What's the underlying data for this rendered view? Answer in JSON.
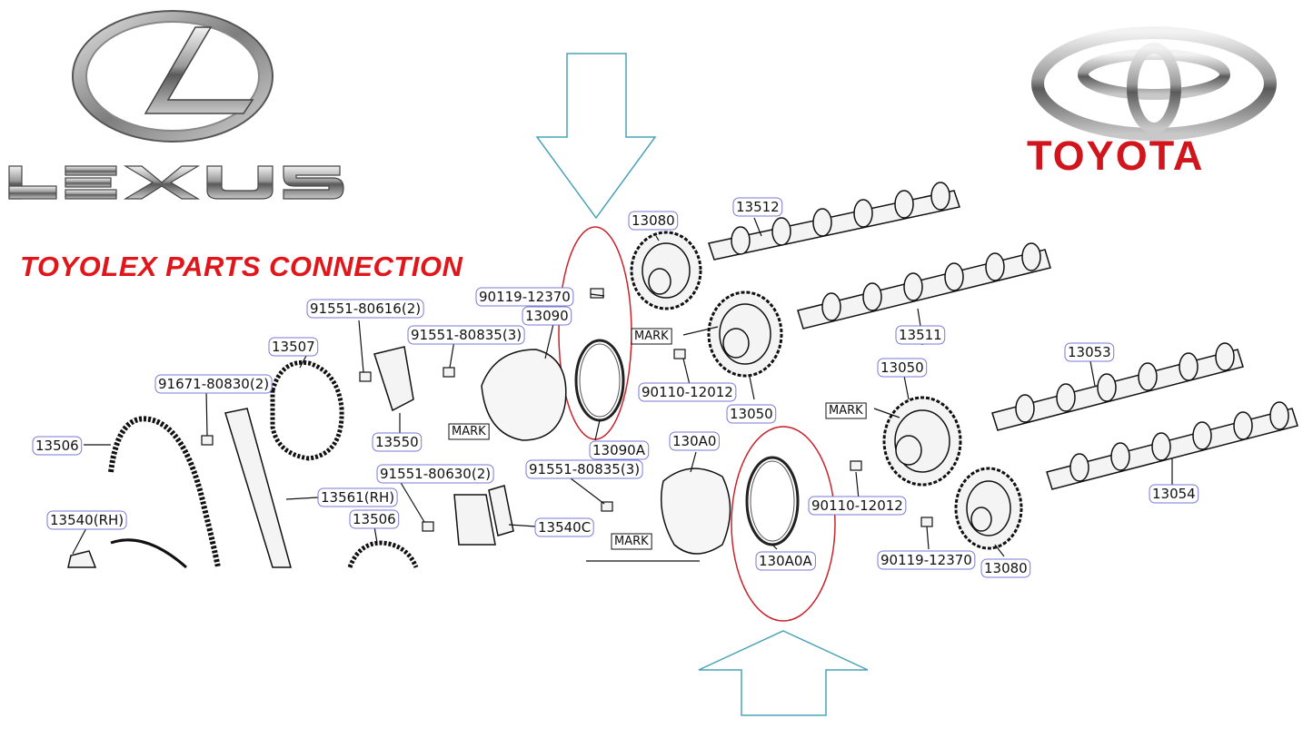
{
  "header": {
    "left_logo": {
      "name": "lexus-logo",
      "wordmark": "LEXUS"
    },
    "right_logo": {
      "name": "toyota-logo",
      "wordmark": "TOYOTA"
    },
    "title": "TOYOLEX PARTS CONNECTION"
  },
  "colors": {
    "title_red": "#e0161b",
    "highlight_ellipse": "#c8232c",
    "arrow_outline": "#4aa3b5",
    "label_box": "#7a7ad8",
    "toyota_red": "#d0161c"
  },
  "diagram": {
    "part_labels": [
      "13512",
      "13080",
      "90119-12370",
      "13090",
      "91551-80616(2)",
      "91551-80835(3)",
      "13507",
      "MARK",
      "13511",
      "13053",
      "13050",
      "91671-80830(2)",
      "90110-12012",
      "13050",
      "MARK",
      "MARK",
      "13550",
      "13090A",
      "130A0",
      "13506",
      "91551-80630(2)",
      "91551-80835(3)",
      "13561(RH)",
      "90110-12012",
      "13054",
      "13540(RH)",
      "13506",
      "13540C",
      "MARK",
      "130A0A",
      "90119-12370",
      "13080"
    ]
  }
}
